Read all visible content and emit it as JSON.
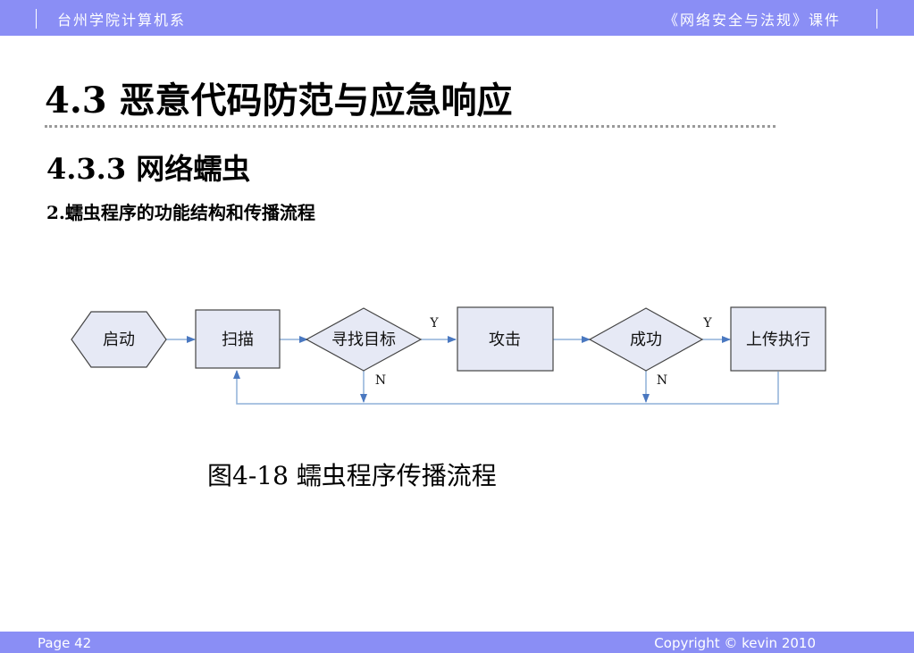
{
  "header": {
    "left_text": "台州学院计算机系",
    "right_text": "《网络安全与法规》课件"
  },
  "slide": {
    "section_title": "4.3 恶意代码防范与应急响应",
    "subsection_title": "4.3.3 网络蠕虫",
    "point_title": "2.蠕虫程序的功能结构和传播流程"
  },
  "flowchart": {
    "nodes": {
      "start": "启动",
      "scan": "扫描",
      "find_target": "寻找目标",
      "attack": "攻击",
      "success": "成功",
      "upload_execute": "上传执行"
    },
    "branch_labels": {
      "find_yes": "Y",
      "find_no": "N",
      "success_yes": "Y",
      "success_no": "N"
    }
  },
  "caption": "图4-18 蠕虫程序传播流程",
  "footer": {
    "page": "Page 42",
    "copyright": "Copyright © kevin 2010"
  },
  "colors": {
    "bar": "#8a8ef5",
    "node_fill": "#e6e9f5",
    "node_stroke": "#444444",
    "arrow": "#4a78c0",
    "connector": "#8fb0d8"
  }
}
